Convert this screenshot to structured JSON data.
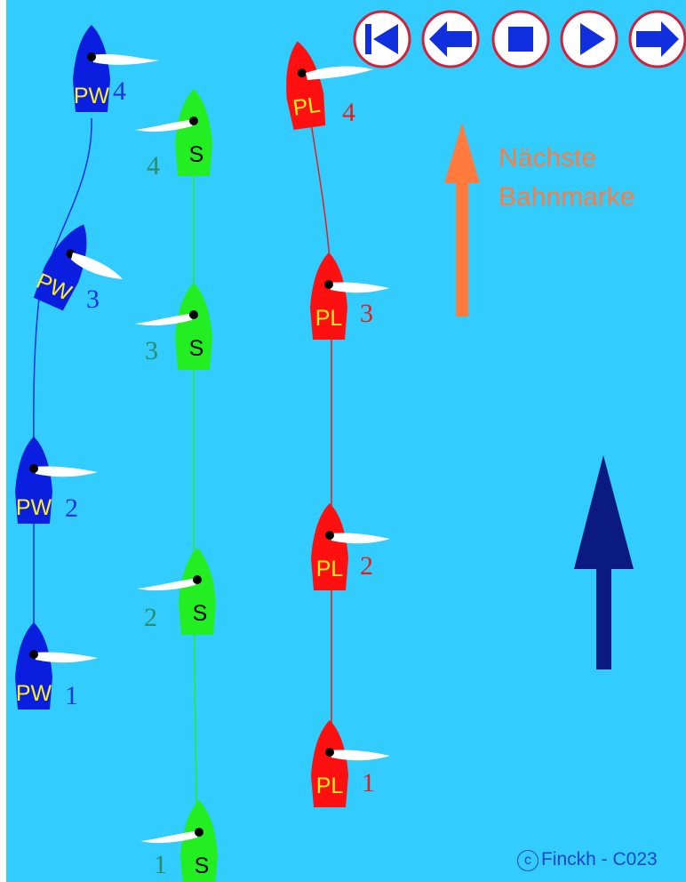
{
  "controls": [
    {
      "name": "skip-to-start-button",
      "icon": "skip-to-start-icon"
    },
    {
      "name": "step-back-button",
      "icon": "arrow-left-icon"
    },
    {
      "name": "stop-button",
      "icon": "stop-square-icon"
    },
    {
      "name": "play-button",
      "icon": "play-triangle-icon"
    },
    {
      "name": "step-forward-button",
      "icon": "arrow-right-icon"
    }
  ],
  "marker_label": {
    "line1": "Nächste",
    "line2": "Bahnmarke"
  },
  "wind_arrow": {
    "icon": "wind-direction-arrow-icon"
  },
  "boats": {
    "pw": {
      "label": "PW",
      "positions": [
        "1",
        "2",
        "3",
        "4"
      ]
    },
    "s": {
      "label": "S",
      "positions": [
        "1",
        "2",
        "3",
        "4"
      ]
    },
    "pl": {
      "label": "PL",
      "positions": [
        "1",
        "2",
        "3",
        "4"
      ]
    }
  },
  "copyright": {
    "symbol": "c",
    "text": "Finckh - C023"
  },
  "colors": {
    "water": "#33ccff",
    "pw_boat": "#0a1ee0",
    "s_boat": "#22ee22",
    "pl_boat": "#ff1010",
    "sail": "#ffffff",
    "marker_arrow": "#ff7a3d",
    "wind_arrow": "#0b1a80",
    "control_fill": "#ffffff",
    "control_ring": "#d4213a",
    "control_glyph": "#1030e0"
  }
}
